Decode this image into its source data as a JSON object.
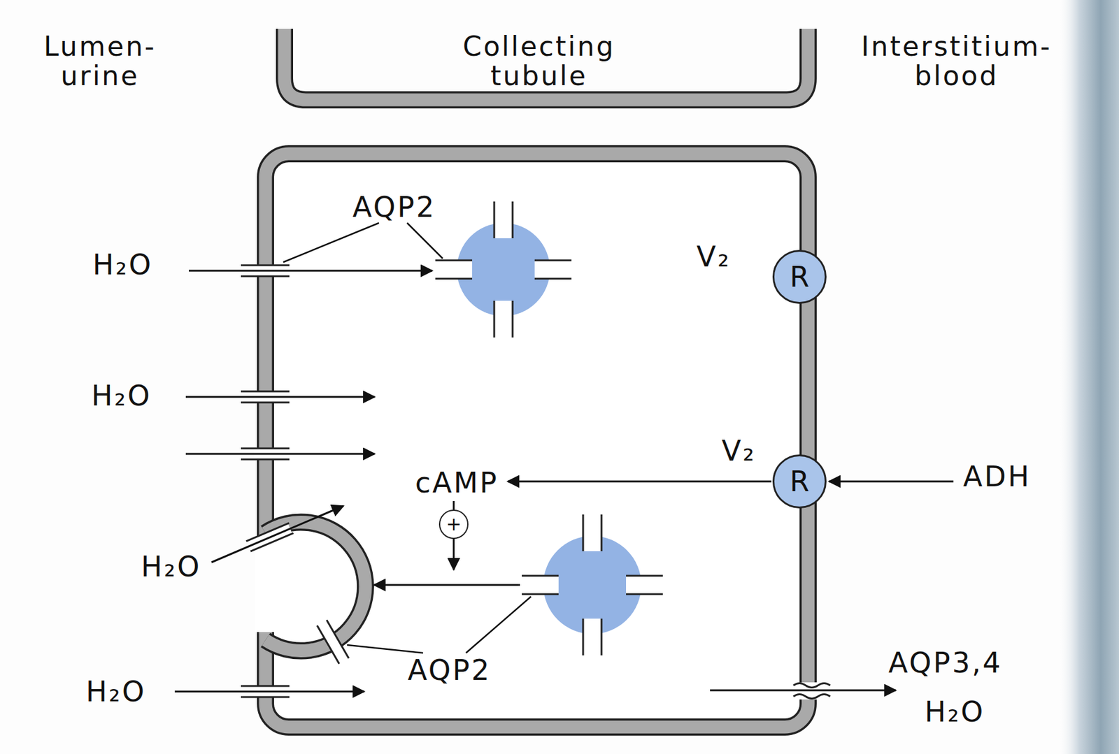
{
  "diagram": {
    "nodes": [
      {
        "text": [
          "R"
        ]
      },
      {
        "text": [
          "R"
        ]
      },
      {
        "text": [
          "+"
        ]
      }
    ],
    "labels": [
      "Lumen- urine",
      "Collecting tubule",
      "Interstitium- blood",
      "AQP2",
      "H₂O",
      "V₂",
      "H₂O",
      "V₂",
      "cAMP",
      "ADH",
      "H₂O",
      "AQP2",
      "H₂O",
      "AQP3,4",
      "H₂O"
    ]
  }
}
